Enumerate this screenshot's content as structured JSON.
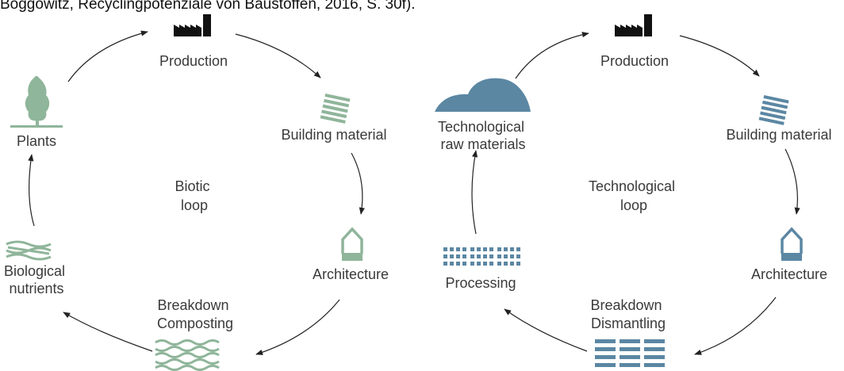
{
  "caption": "Boggowitz, Recyclingpotenziale von Baustoffen, 2016, S. 30f).",
  "colors": {
    "biotic": "#8fb59a",
    "technological": "#5b87a3",
    "arrow": "#222222"
  },
  "biotic_loop": {
    "center_label": [
      "Biotic",
      "loop"
    ],
    "nodes": {
      "production": {
        "label": [
          "Production"
        ],
        "icon": "factory-icon"
      },
      "building_material": {
        "label": [
          "Building material"
        ],
        "icon": "stacked-planks-icon"
      },
      "architecture": {
        "label": [
          "Architecture"
        ],
        "icon": "house-outline-icon"
      },
      "breakdown": {
        "label": [
          "Breakdown",
          "Composting"
        ],
        "icon": "wavy-layers-icon"
      },
      "nutrients": {
        "label": [
          "Biological",
          "nutrients"
        ],
        "icon": "wavy-strands-icon"
      },
      "plants": {
        "label": [
          "Plants"
        ],
        "icon": "tree-icon"
      }
    }
  },
  "technological_loop": {
    "center_label": [
      "Technological",
      "loop"
    ],
    "nodes": {
      "production": {
        "label": [
          "Production"
        ],
        "icon": "factory-icon"
      },
      "building_material": {
        "label": [
          "Building material"
        ],
        "icon": "stacked-planks-icon"
      },
      "architecture": {
        "label": [
          "Architecture"
        ],
        "icon": "house-outline-icon"
      },
      "breakdown": {
        "label": [
          "Breakdown",
          "Dismantling"
        ],
        "icon": "stacked-bars-icon"
      },
      "processing": {
        "label": [
          "Processing"
        ],
        "icon": "dashed-grid-icon"
      },
      "raw_materials": {
        "label": [
          "Technological",
          "raw materials"
        ],
        "icon": "mounds-icon"
      }
    }
  }
}
